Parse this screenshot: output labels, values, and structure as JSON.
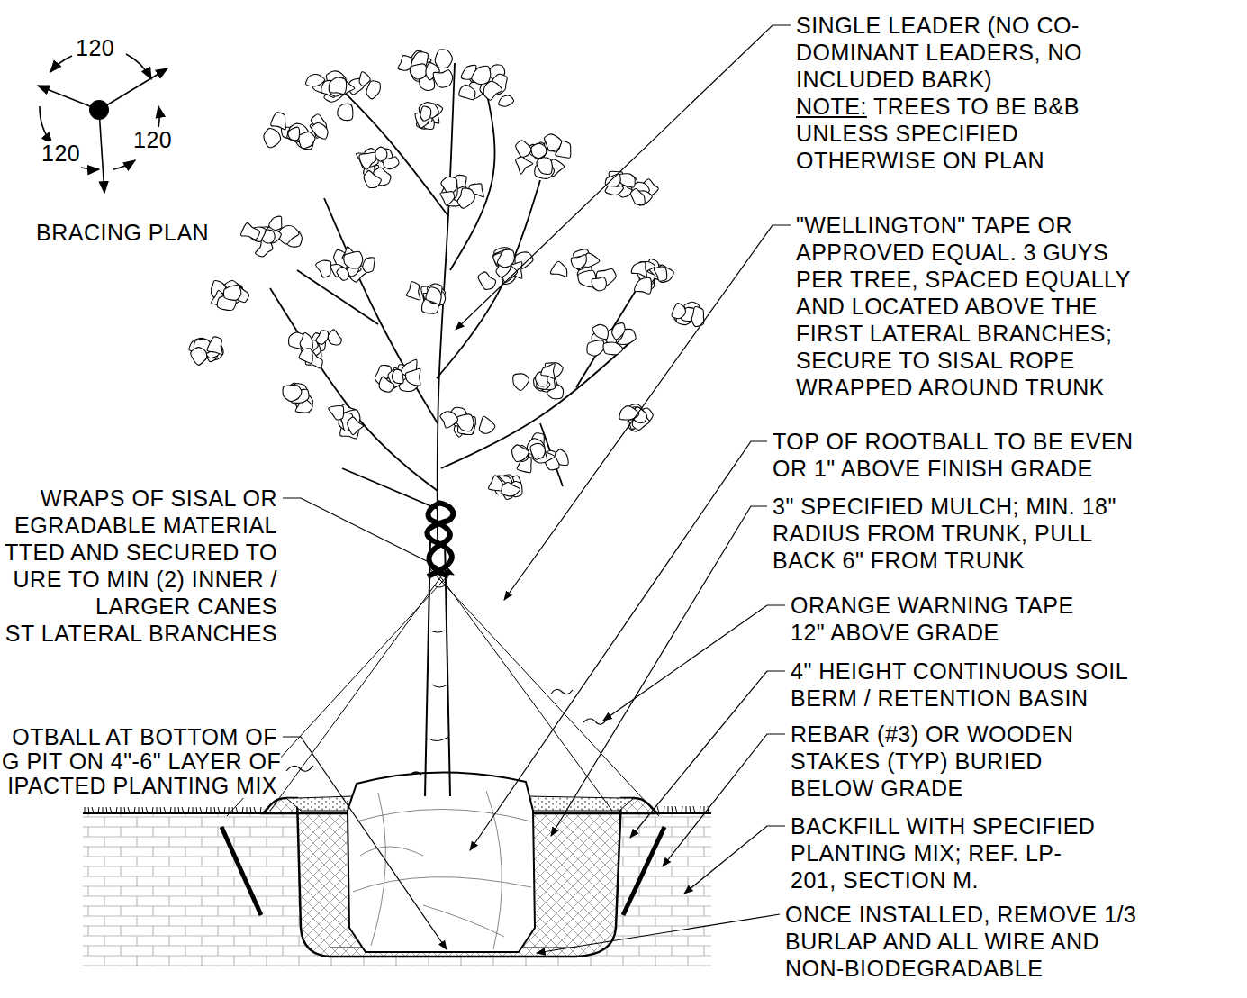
{
  "diagram": {
    "labels": [
      "120",
      "120",
      "120",
      "BRACING PLAN",
      "SINGLE LEADER (NO CO-DOMINANT LEADERS, NO INCLUDED BARK)",
      "NOTE:",
      "TREES TO BE B&B UNLESS SPECIFIED OTHERWISE ON PLAN",
      "\"WELLINGTON\" TAPE OR APPROVED EQUAL. 3 GUYS PER TREE, SPACED EQUALLY AND LOCATED ABOVE THE FIRST LATERAL BRANCHES; SECURE TO SISAL ROPE WRAPPED AROUND TRUNK",
      "TOP OF ROOTBALL TO BE EVEN OR 1\" ABOVE FINISH GRADE",
      "3\" SPECIFIED MULCH; MIN. 18\" RADIUS FROM TRUNK, PULL BACK 6\" FROM TRUNK",
      "ORANGE WARNING TAPE 12\" ABOVE GRADE",
      "4\" HEIGHT CONTINUOUS SOIL BERM / RETENTION BASIN",
      "REBAR (#3) OR WOODEN STAKES (TYP) BURIED BELOW GRADE",
      "BACKFILL WITH SPECIFIED PLANTING MIX; REF. LP-201, SECTION M.",
      "ONCE INSTALLED, REMOVE 1/3 BURLAP AND ALL WIRE AND NON-BIODEGRADABLE",
      "WRAPS OF SISAL OR",
      "EGRADABLE MATERIAL",
      "TTED AND SECURED TO",
      "URE TO MIN (2) INNER /",
      "LARGER CANES",
      "ST LATERAL BRANCHES",
      "OTBALL AT BOTTOM OF",
      "G PIT ON 4\"-6\" LAYER OF",
      "IPACTED PLANTING MIX"
    ]
  }
}
